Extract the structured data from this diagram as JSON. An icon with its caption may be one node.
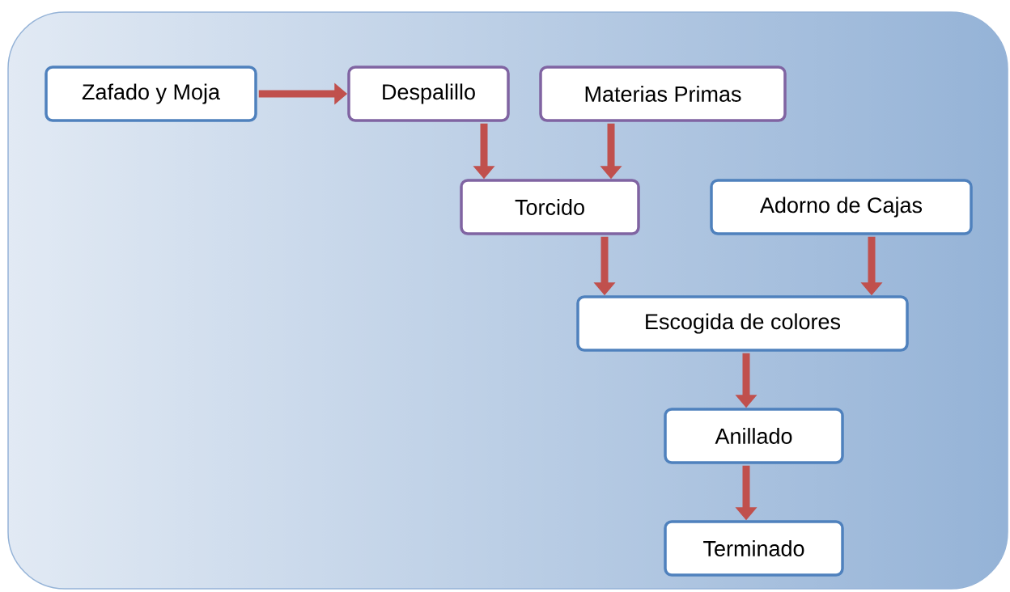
{
  "diagram": {
    "nodes": [
      {
        "text": [
          "Zafado y Moja"
        ]
      },
      {
        "text": [
          "Despalillo"
        ]
      },
      {
        "text": [
          "Materias Primas"
        ]
      },
      {
        "text": [
          "Torcido"
        ]
      },
      {
        "text": [
          "Adorno de Cajas"
        ]
      },
      {
        "text": [
          "Escogida de colores"
        ]
      },
      {
        "text": [
          "Anillado"
        ]
      },
      {
        "text": [
          "Terminado"
        ]
      }
    ],
    "edges": [
      {
        "from": 0,
        "to": 1,
        "arrow": "to"
      },
      {
        "from": 1,
        "to": 3,
        "arrow": "to"
      },
      {
        "from": 2,
        "to": 3,
        "arrow": "to"
      },
      {
        "from": 3,
        "to": 5,
        "arrow": "to"
      },
      {
        "from": 4,
        "to": 5,
        "arrow": "to"
      },
      {
        "from": 5,
        "to": 6,
        "arrow": "to"
      },
      {
        "from": 6,
        "to": 7,
        "arrow": "to"
      }
    ]
  }
}
